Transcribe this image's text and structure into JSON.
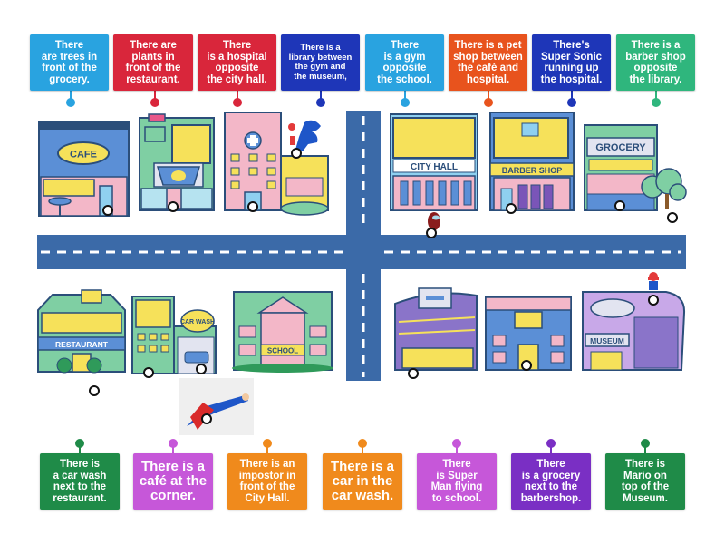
{
  "top_labels": [
    {
      "text": "There\nare trees in\nfront of the\ngrocery.",
      "color": "#29a3e0"
    },
    {
      "text": "There are\nplants in\nfront of the\nrestaurant.",
      "color": "#d9263b"
    },
    {
      "text": "There\nis a hospital\nopposite\nthe city hall.",
      "color": "#d9263b"
    },
    {
      "text": "There is a\nlibrary between\nthe gym and\nthe museum,",
      "color": "#1e36b8"
    },
    {
      "text": "There\nis a gym\nopposite\nthe school.",
      "color": "#29a3e0"
    },
    {
      "text": "There is a pet\nshop between\nthe café and\nhospital.",
      "color": "#e8531d"
    },
    {
      "text": "There's\nSuper Sonic\nrunning up\nthe hospital.",
      "color": "#1e36b8"
    },
    {
      "text": "There is a\nbarber shop\nopposite\nthe library.",
      "color": "#2fb67d"
    }
  ],
  "bottom_labels": [
    {
      "text": "There is\na car wash\nnext to the\nrestaurant.",
      "color": "#1f8b48"
    },
    {
      "text": "There is a\ncafé at the\ncorner.",
      "color": "#c657d9"
    },
    {
      "text": "There is an\nimpostor in\nfront of the\nCity Hall.",
      "color": "#f08a1c"
    },
    {
      "text": "There is a\ncar in the\ncar wash.",
      "color": "#f08a1c"
    },
    {
      "text": "There\nis Super\nMan flying\nto school.",
      "color": "#c657d9"
    },
    {
      "text": "There\nis a grocery\nnext to the\nbarbershop.",
      "color": "#7a2fc4"
    },
    {
      "text": "There is\nMario on\ntop of the\nMuseum.",
      "color": "#1f8b48"
    }
  ],
  "buildings": {
    "cafe": "CAFE",
    "city_hall": "CITY HALL",
    "barber_shop": "BARBER SHOP",
    "grocery": "GROCERY",
    "restaurant": "RESTAURANT",
    "car_wash": "CAR WASH",
    "school": "SCHOOL",
    "museum": "MUSEUM"
  },
  "colors": {
    "road": "#3b6aa8",
    "road_marking": "#ffffff"
  }
}
